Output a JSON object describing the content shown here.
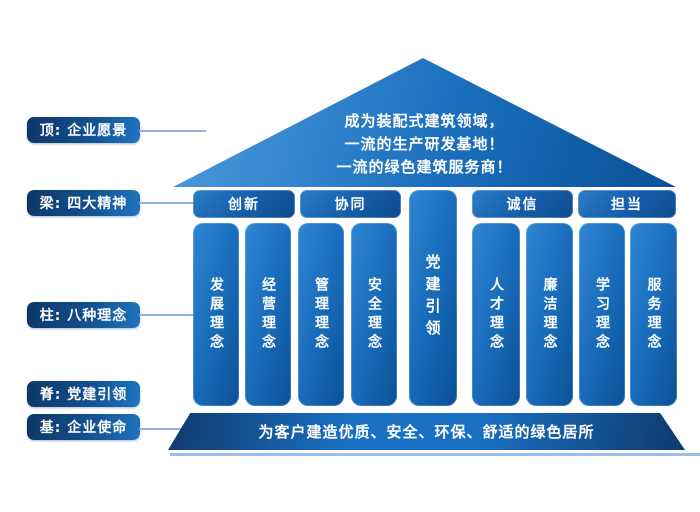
{
  "colors": {
    "tag_dark": "#0c3767",
    "tag_light": "#1e74c0",
    "roof_light": "#4e9cde",
    "roof_dark": "#0a5096",
    "pillar_light": "#2e86d2",
    "pillar_dark": "#0b5196",
    "connector": "#8fb3e0",
    "ground_line": "#9dbfe6",
    "text": "#ffffff",
    "background": "#ffffff"
  },
  "left_tags": [
    {
      "label": "顶: 企业愿景"
    },
    {
      "label": "梁: 四大精神"
    },
    {
      "label": "柱: 八种理念"
    },
    {
      "label": "脊: 党建引领"
    },
    {
      "label": "基: 企业使命"
    }
  ],
  "roof": {
    "line1": "成为装配式建筑领域，",
    "line2": "一流的生产研发基地！",
    "line3": "一流的绿色建筑服务商！"
  },
  "beams": [
    "创新",
    "协同",
    "诚信",
    "担当"
  ],
  "pillars": {
    "left": [
      "发展理念",
      "经营理念",
      "管理理念",
      "安全理念"
    ],
    "center": "党建引领",
    "right": [
      "人才理念",
      "廉洁理念",
      "学习理念",
      "服务理念"
    ]
  },
  "foundation": {
    "text": "为客户建造优质、安全、环保、舒适的绿色居所"
  }
}
